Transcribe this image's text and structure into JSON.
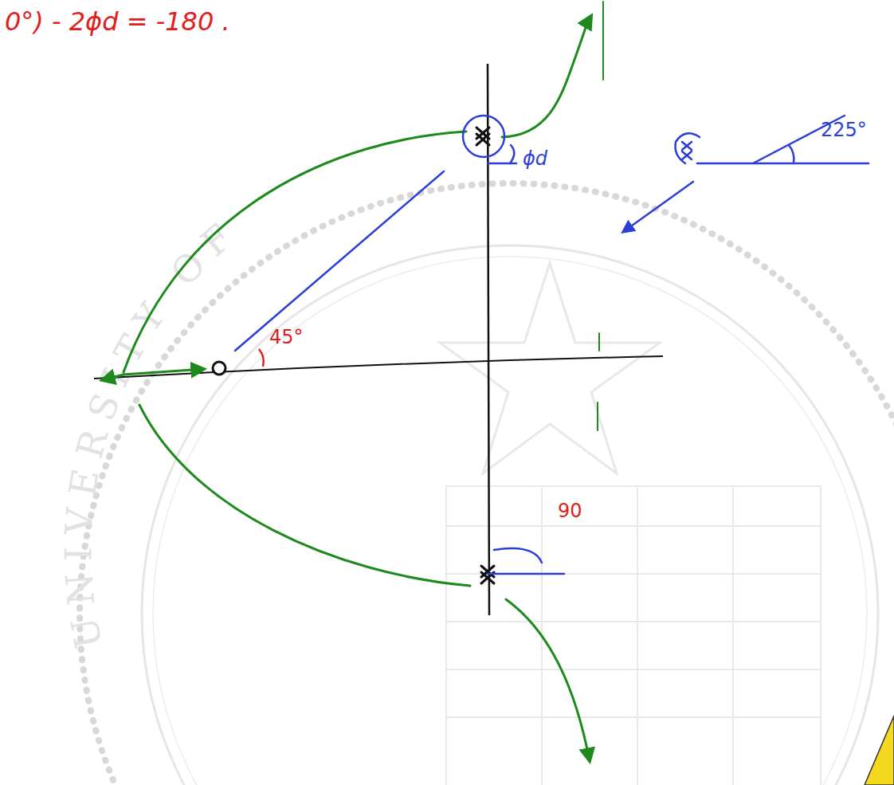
{
  "diagram": {
    "labels": [
      "0°) - 2ϕd = -180 .",
      "ϕd",
      "225°",
      "45°",
      "90",
      "UNIVERSITY OF"
    ]
  }
}
